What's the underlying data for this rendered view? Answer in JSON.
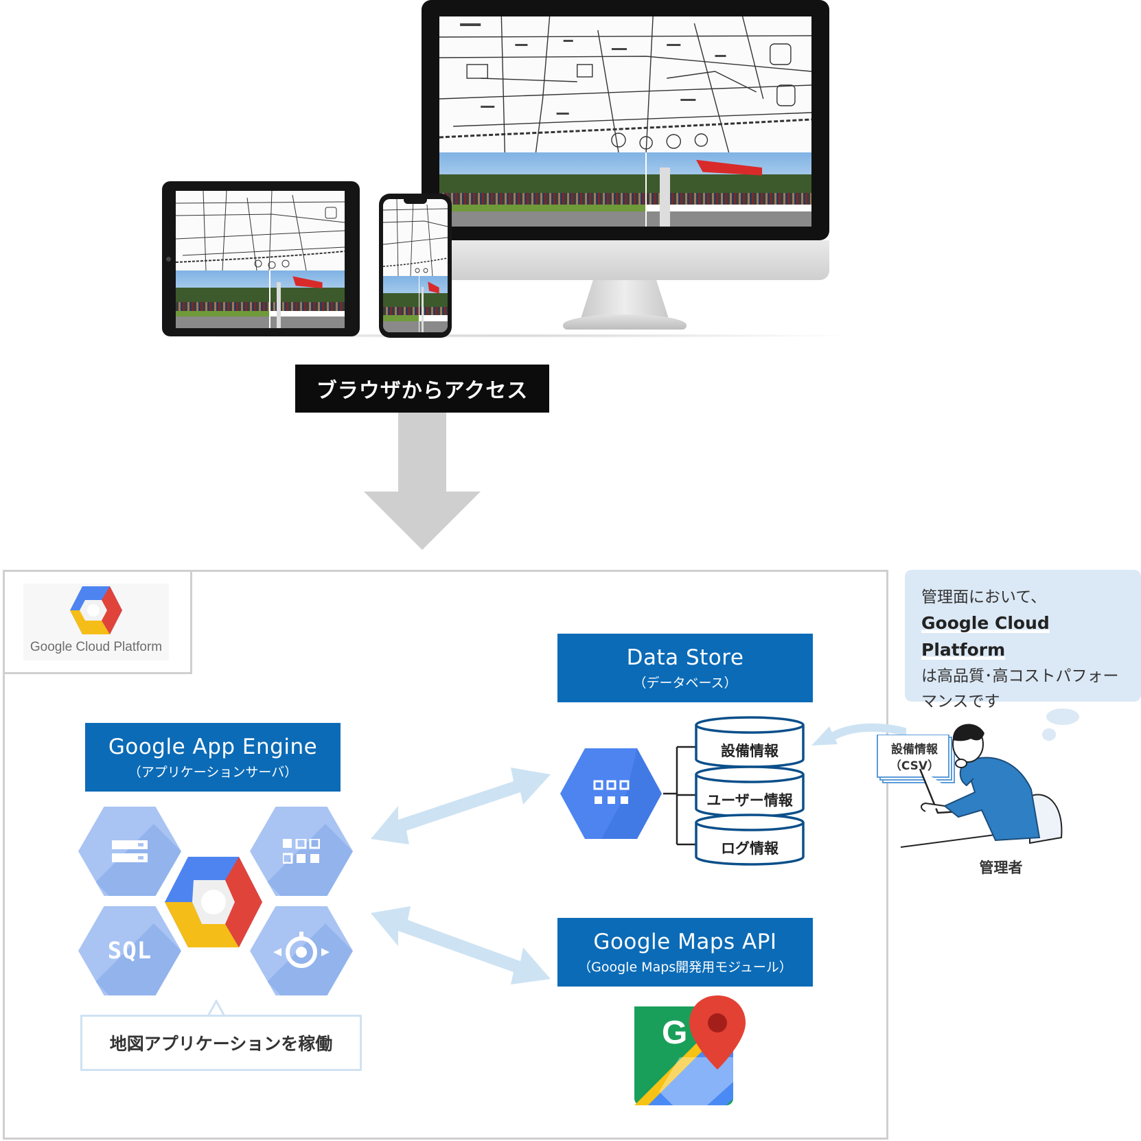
{
  "access": {
    "label": "ブラウザからアクセス"
  },
  "platform": {
    "logo_text": "Google Cloud Platform"
  },
  "app_engine": {
    "title": "Google App Engine",
    "subtitle": "（アプリケーションサーバ）",
    "callout": "地図アプリケーションを稼働",
    "sql_label": "SQL"
  },
  "data_store": {
    "title": "Data Store",
    "subtitle": "（データベース）",
    "tables": [
      "設備情報",
      "ユーザー情報",
      "ログ情報"
    ]
  },
  "maps_api": {
    "title": "Google Maps API",
    "subtitle": "（Google Maps開発用モジュール）",
    "icon_letter": "G"
  },
  "note": {
    "line1": "管理面において、",
    "line2": "Google Cloud Platform",
    "line3": "は高品質･高コストパフォー",
    "line4": "マンスです"
  },
  "csv": {
    "line1": "設備情報",
    "line2": "（CSV）"
  },
  "admin": {
    "label": "管理者"
  },
  "colors": {
    "label_blue": "#0b6bb7",
    "arrow_light_blue": "#cde3f3",
    "hex_blue": "#a9c4f3",
    "gcp_blue": "#4d84f0",
    "gcp_red": "#e0433a",
    "gcp_yellow": "#f5bd17",
    "down_arrow_gray": "#cfcfcf",
    "bubble_bg": "#dbe8f5"
  }
}
